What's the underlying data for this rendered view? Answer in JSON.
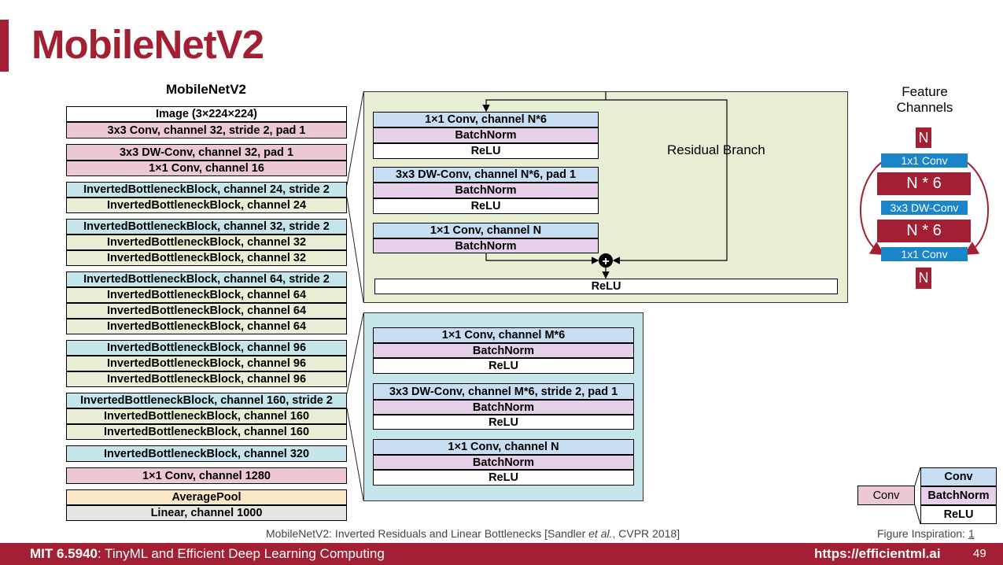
{
  "slide": {
    "title": "MobileNetV2",
    "page_number": "49"
  },
  "architecture": {
    "title": "MobileNetV2",
    "rows": [
      "Image (3×224×224)",
      "3x3 Conv, channel 32, stride 2, pad 1",
      "3x3 DW-Conv, channel 32, pad 1",
      "1×1 Conv, channel 16",
      "InvertedBottleneckBlock, channel 24, stride 2",
      "InvertedBottleneckBlock, channel 24",
      "InvertedBottleneckBlock, channel 32, stride 2",
      "InvertedBottleneckBlock, channel 32",
      "InvertedBottleneckBlock, channel 32",
      "InvertedBottleneckBlock, channel 64, stride 2",
      "InvertedBottleneckBlock, channel 64",
      "InvertedBottleneckBlock, channel 64",
      "InvertedBottleneckBlock, channel 64",
      "InvertedBottleneckBlock, channel 96",
      "InvertedBottleneckBlock, channel 96",
      "InvertedBottleneckBlock, channel 96",
      "InvertedBottleneckBlock, channel 160, stride 2",
      "InvertedBottleneckBlock, channel 160",
      "InvertedBottleneckBlock, channel 160",
      "InvertedBottleneckBlock, channel 320",
      "1×1 Conv, channel 1280",
      "AveragePool",
      "Linear, channel 1000"
    ]
  },
  "residual_block": {
    "branch_label": "Residual Branch",
    "layers": [
      "1×1 Conv, channel N*6",
      "BatchNorm",
      "ReLU",
      "3x3 DW-Conv, channel N*6, pad 1",
      "BatchNorm",
      "ReLU",
      "1×1 Conv, channel N",
      "BatchNorm"
    ],
    "final_relu": "ReLU",
    "add_symbol": "+"
  },
  "stride_block": {
    "layers": [
      "1×1 Conv, channel M*6",
      "BatchNorm",
      "ReLU",
      "3x3 DW-Conv, channel M*6, stride 2, pad 1",
      "BatchNorm",
      "ReLU",
      "1×1 Conv, channel N",
      "BatchNorm",
      "ReLU"
    ]
  },
  "feature_channels": {
    "title_line1": "Feature",
    "title_line2": "Channels",
    "n_top": "N",
    "conv1": "1x1 Conv",
    "expand1": "N * 6",
    "dwconv": "3x3 DW-Conv",
    "expand2": "N * 6",
    "conv2": "1x1 Conv",
    "n_bottom": "N"
  },
  "legend": {
    "conv": "Conv",
    "items": [
      "Conv",
      "BatchNorm",
      "ReLU"
    ]
  },
  "citation": {
    "prefix": "MobileNetV2: Inverted Residuals and Linear Bottlenecks [Sandler ",
    "etal": "et al.",
    "suffix": ", CVPR 2018]"
  },
  "figure_inspiration": {
    "label": "Figure Inspiration: ",
    "link": "1"
  },
  "footer": {
    "course_bold": "MIT 6.5940",
    "course_rest": ": TinyML and Efficient Deep Learning Computing",
    "url": "https://efficientml.ai"
  },
  "colors": {
    "accent": "#a31f34",
    "conv_pink": "#ebc8d2",
    "block_green": "#e8eed4",
    "block_blue": "#c4e6ea",
    "pool_orange": "#fbe7c6",
    "linear_gray": "#e6e6e6",
    "layer_conv_blue": "#c7def2",
    "layer_bn_lavender": "#e6cfe8",
    "feature_conv_blue": "#1a86c9"
  }
}
